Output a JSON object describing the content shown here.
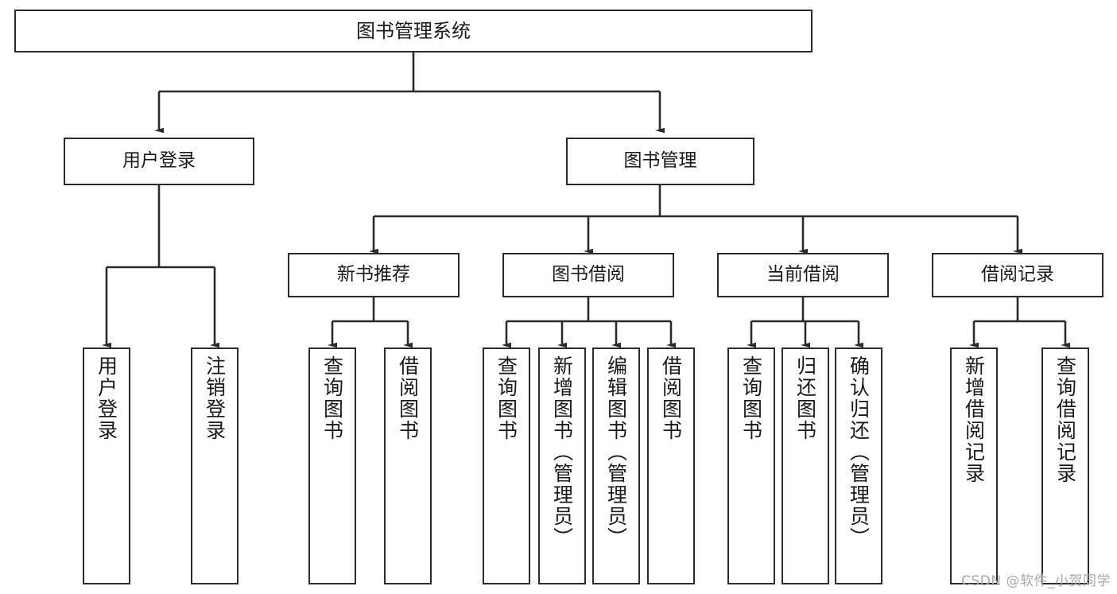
{
  "diagram": {
    "type": "tree-hierarchy-chart",
    "title": "图书管理系统",
    "stroke_color": "#2b2b2b",
    "fill_color": "#ffffff",
    "text_color": "#1a1a1a",
    "levels": [
      {
        "level": 1,
        "nodes": [
          {
            "id": "root",
            "label": "图书管理系统",
            "orientation": "horizontal"
          }
        ]
      },
      {
        "level": 2,
        "nodes": [
          {
            "id": "user-login",
            "label": "用户登录",
            "orientation": "horizontal",
            "parent": "root"
          },
          {
            "id": "book-management",
            "label": "图书管理",
            "orientation": "horizontal",
            "parent": "root"
          }
        ]
      },
      {
        "level": 3,
        "nodes": [
          {
            "id": "new-book-recommend",
            "label": "新书推荐",
            "orientation": "horizontal",
            "parent": "book-management"
          },
          {
            "id": "book-borrow",
            "label": "图书借阅",
            "orientation": "horizontal",
            "parent": "book-management"
          },
          {
            "id": "current-borrow",
            "label": "当前借阅",
            "orientation": "horizontal",
            "parent": "book-management"
          },
          {
            "id": "borrow-record",
            "label": "借阅记录",
            "orientation": "horizontal",
            "parent": "book-management"
          }
        ]
      },
      {
        "level": 4,
        "nodes": [
          {
            "id": "leaf-user-login",
            "label": "用户登录",
            "orientation": "vertical",
            "parent": "user-login"
          },
          {
            "id": "leaf-logout-login",
            "label": "注销登录",
            "orientation": "vertical",
            "parent": "user-login"
          },
          {
            "id": "leaf-query-book-1",
            "label": "查询图书",
            "orientation": "vertical",
            "parent": "new-book-recommend"
          },
          {
            "id": "leaf-borrow-book-1",
            "label": "借阅图书",
            "orientation": "vertical",
            "parent": "new-book-recommend"
          },
          {
            "id": "leaf-query-book-2",
            "label": "查询图书",
            "orientation": "vertical",
            "parent": "book-borrow"
          },
          {
            "id": "leaf-add-book",
            "label": "新增图书（管理员）",
            "orientation": "vertical",
            "parent": "book-borrow"
          },
          {
            "id": "leaf-edit-book",
            "label": "编辑图书（管理员）",
            "orientation": "vertical",
            "parent": "book-borrow"
          },
          {
            "id": "leaf-borrow-book-2",
            "label": "借阅图书",
            "orientation": "vertical",
            "parent": "book-borrow"
          },
          {
            "id": "leaf-query-book-3",
            "label": "查询图书",
            "orientation": "vertical",
            "parent": "current-borrow"
          },
          {
            "id": "leaf-return-book",
            "label": "归还图书",
            "orientation": "vertical",
            "parent": "current-borrow"
          },
          {
            "id": "leaf-confirm-return",
            "label": "确认归还（管理员）",
            "orientation": "vertical",
            "parent": "current-borrow"
          },
          {
            "id": "leaf-add-borrow-record",
            "label": "新增借阅记录",
            "orientation": "vertical",
            "parent": "borrow-record"
          },
          {
            "id": "leaf-query-borrow-record",
            "label": "查询借阅记录",
            "orientation": "vertical",
            "parent": "borrow-record"
          }
        ]
      }
    ]
  },
  "watermark": {
    "text": "CSDN @软件_小贺同学"
  }
}
